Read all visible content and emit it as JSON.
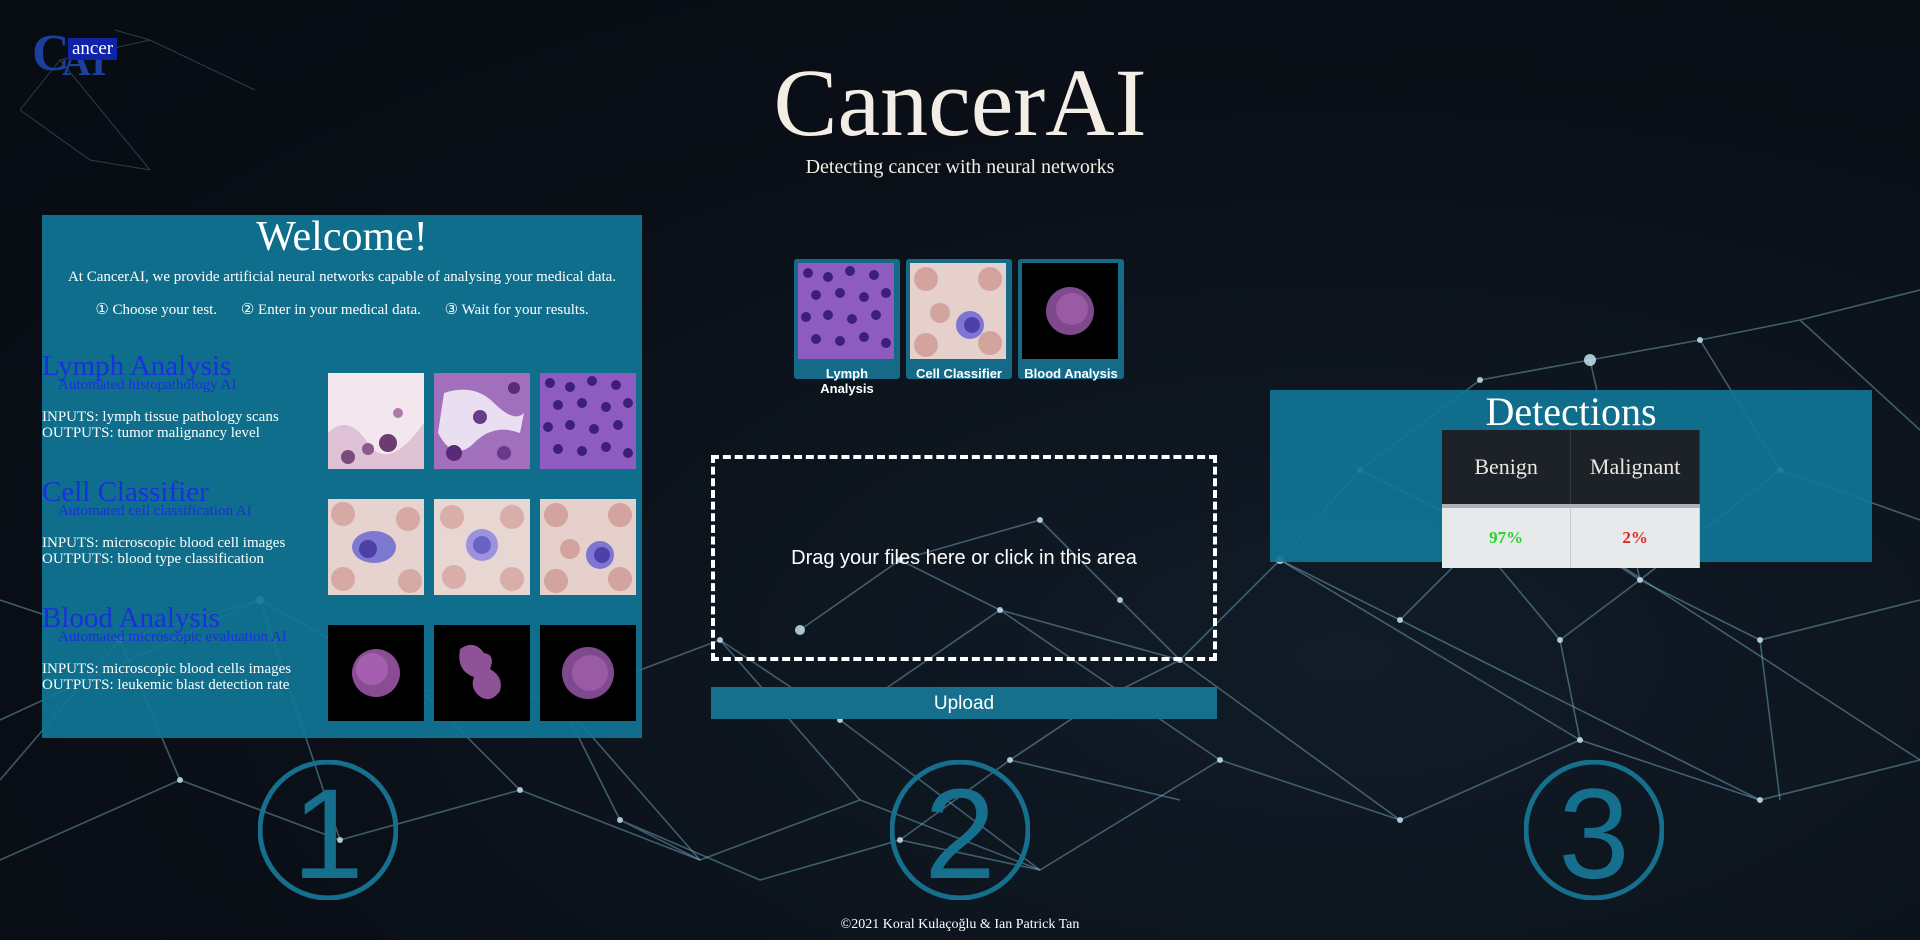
{
  "logo": {
    "letter": "C",
    "text": "ancer",
    "ai": "AI"
  },
  "header": {
    "title": "CancerAI",
    "subtitle": "Detecting cancer with neural networks"
  },
  "welcome": {
    "title": "Welcome!",
    "intro": "At CancerAI, we provide artificial neural networks capable of analysing your medical data.",
    "steps": [
      "① Choose your test.",
      "② Enter in your medical data.",
      "③ Wait for your results."
    ],
    "tests": [
      {
        "title": "Lymph Analysis",
        "subtitle": "Automated histopathology AI",
        "inputs": "INPUTS: lymph tissue pathology scans",
        "outputs": "OUTPUTS: tumor malignancy level"
      },
      {
        "title": "Cell Classifier",
        "subtitle": "Automated cell classification AI",
        "inputs": "INPUTS: microscopic blood cell images",
        "outputs": "OUTPUTS: blood type classification"
      },
      {
        "title": "Blood Analysis",
        "subtitle": "Automated microscopic evaluation AI",
        "inputs": "INPUTS: microscopic blood cells images",
        "outputs": "OUTPUTS: leukemic blast detection rate"
      }
    ]
  },
  "selector": {
    "options": [
      {
        "label": "Lymph Analysis"
      },
      {
        "label": "Cell Classifier"
      },
      {
        "label": "Blood Analysis"
      }
    ]
  },
  "upload": {
    "dropzone_text": "Drag your files here or click in this area",
    "button_label": "Upload"
  },
  "detections": {
    "title": "Detections",
    "headers": [
      "Benign",
      "Malignant"
    ],
    "values": [
      "97%",
      "2%"
    ]
  },
  "step_numerals": [
    "1",
    "2",
    "3"
  ],
  "footer": "©2021 Koral Kulaçoğlu & Ian Patrick Tan",
  "colors": {
    "panel": "#107696",
    "link_blue": "#1a2fe0",
    "benign": "#2bd22b",
    "malignant": "#e22626"
  }
}
